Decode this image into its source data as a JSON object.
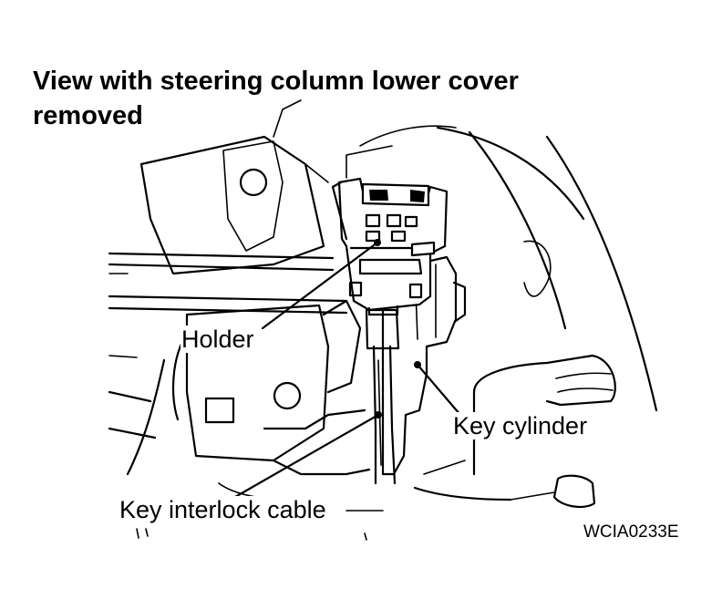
{
  "figure": {
    "title": "View with steering column lower cover removed",
    "labels": {
      "holder": "Holder",
      "key_cylinder": "Key cylinder",
      "key_interlock_cable": "Key interlock cable"
    },
    "figure_code": "WCIA0233E"
  }
}
